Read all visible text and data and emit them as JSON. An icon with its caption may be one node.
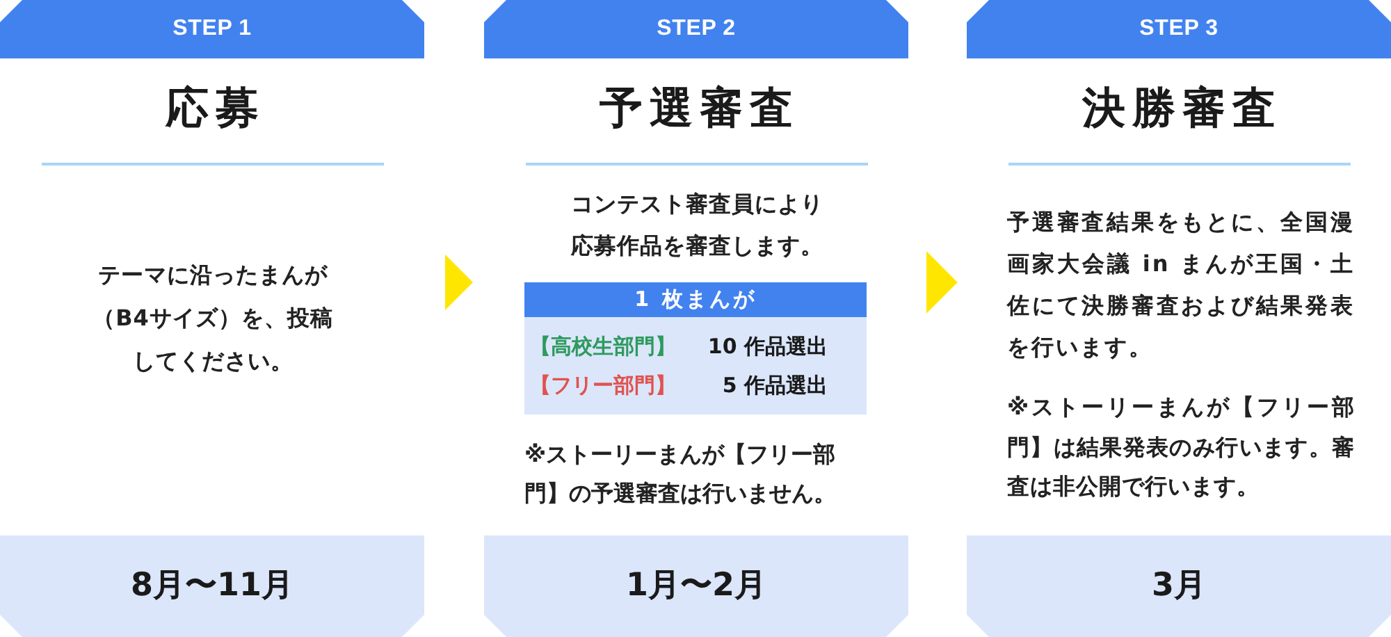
{
  "diagram": {
    "nodes": [
      {
        "text": [
          "STEP 1",
          "応募",
          "テーマに沿ったまんが（B4サイズ）を、投稿してください。"
        ]
      },
      {
        "text": [
          "8月〜11月"
        ],
        "in": 0
      },
      {
        "text": [
          "STEP 2",
          "予選審査",
          "コンテスト審査員により応募作品を審査します。",
          "※ストーリーまんが【フリー部門】の予選審査は行いません。"
        ]
      },
      {
        "text": [
          "1 枚まんが",
          "【高校生部門】",
          "10 作品選出",
          "【フリー部門】",
          "5 作品選出"
        ],
        "in": 2
      },
      {
        "text": [
          "1月〜2月"
        ],
        "in": 2
      },
      {
        "text": [
          "STEP 3",
          "決勝審査",
          "予選審査結果をもとに、全国漫画家大会議 in まんが王国・土佐にて決勝審査および結果発表を行います。",
          "※ストーリーまんが【フリー部門】は結果発表のみ行います。審査は非公開で行います。"
        ]
      },
      {
        "text": [
          "3月"
        ],
        "in": 5
      }
    ],
    "edges": [
      {
        "from": 0,
        "to": 2,
        "arrow": "to"
      },
      {
        "from": 2,
        "to": 5,
        "arrow": "to"
      }
    ]
  }
}
